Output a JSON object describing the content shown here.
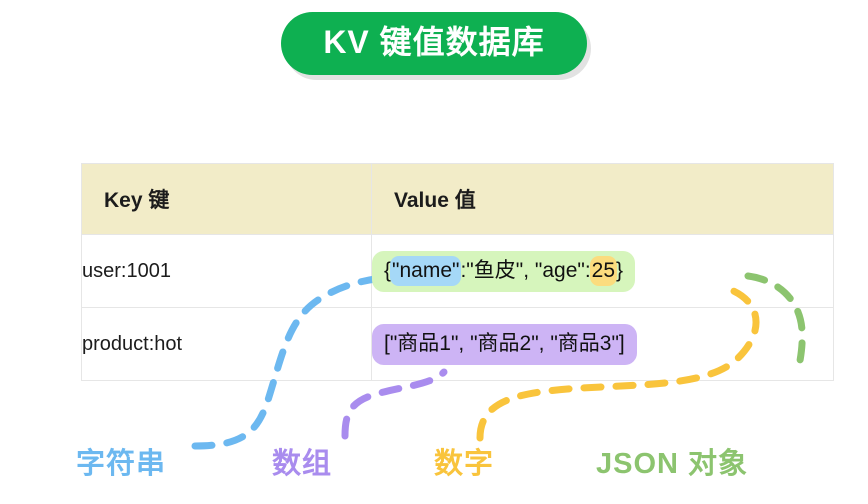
{
  "title": {
    "badge_label": "KV 键值数据库",
    "badge_bg": "#0eb051",
    "badge_text_color": "#ffffff"
  },
  "table": {
    "header": {
      "key_label": "Key 键",
      "value_label": "Value 值",
      "bg": "#f2ecc8"
    },
    "rows": [
      {
        "key": "user:1001",
        "value_parts": {
          "open": "{",
          "string_key": "\"name\"",
          "middle": ":\"鱼皮\", \"age\":",
          "number": "25",
          "close": "}"
        },
        "value_plain": "{\"name\":\"鱼皮\", \"age\":25}",
        "highlight_bg": "#d6f5bc"
      },
      {
        "key": "product:hot",
        "value_plain": "[\"商品1\", \"商品2\", \"商品3\"]",
        "highlight_bg": "#cdb4f5"
      }
    ]
  },
  "legend": [
    {
      "label": "字符串",
      "color": "#6cb8f0",
      "name": "legend-string"
    },
    {
      "label": "数组",
      "color": "#a98cee",
      "name": "legend-array"
    },
    {
      "label": "数字",
      "color": "#f9c43c",
      "name": "legend-number"
    },
    {
      "label": "JSON 对象",
      "color": "#8cc46f",
      "name": "legend-json-object"
    }
  ],
  "highlights": {
    "string_hl_bg": "#a5d8f7",
    "number_hl_bg": "#fbdc7e"
  },
  "connectors": [
    {
      "name": "connector-string",
      "color": "#6cb8f0"
    },
    {
      "name": "connector-array",
      "color": "#a98cee"
    },
    {
      "name": "connector-number",
      "color": "#f9c43c"
    },
    {
      "name": "connector-json",
      "color": "#8cc46f"
    }
  ]
}
